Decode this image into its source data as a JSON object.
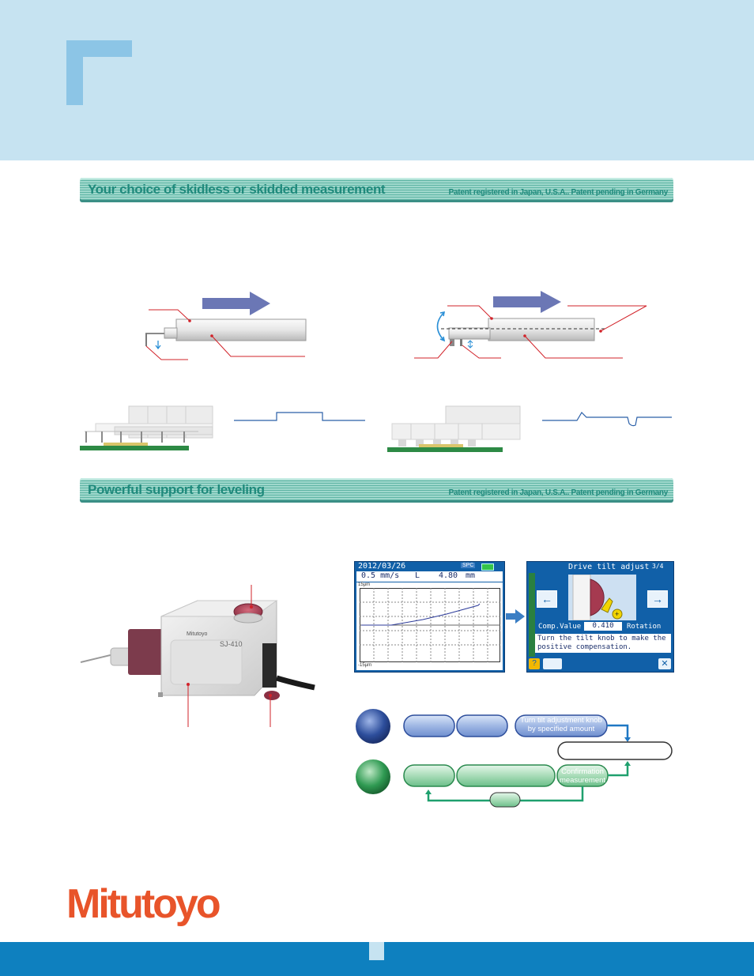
{
  "sections": [
    {
      "title": "Your choice of skidless or skidded measurement",
      "note": "Patent registered in Japan, U.S.A.. Patent pending in Germany"
    },
    {
      "title": "Powerful support for leveling",
      "note": "Patent registered in Japan, U.S.A.. Patent pending in Germany"
    }
  ],
  "screen1": {
    "date": "2012/03/26",
    "spc": "SPC",
    "speed": "0.5 mm/s",
    "length_label": "L",
    "length_value": "4.80",
    "length_unit": "mm",
    "y_top": "15µm",
    "y_bottom": "-15µm"
  },
  "screen2": {
    "title": "Drive tilt adjust",
    "page": "3/4",
    "comp_label": "Comp.Value",
    "comp_value": "0.410",
    "rotation_label": "Rotation",
    "message_line1": "Turn the tilt knob to make the",
    "message_line2": "positive compensation."
  },
  "flow": {
    "blue_step3": "Turn tilt adjustment knob by specified amount",
    "green_step3": "Confirmation measurement"
  },
  "product": {
    "brand_small": "Mitutoyo",
    "model": "SJ-410"
  },
  "logo": "Mitutoyo",
  "colors": {
    "top_band": "#c6e3f1",
    "bottom_band": "#0e80bf",
    "logo": "#e8542a",
    "banner_text": "#1f8a7c",
    "red_leader": "#d2232a"
  }
}
